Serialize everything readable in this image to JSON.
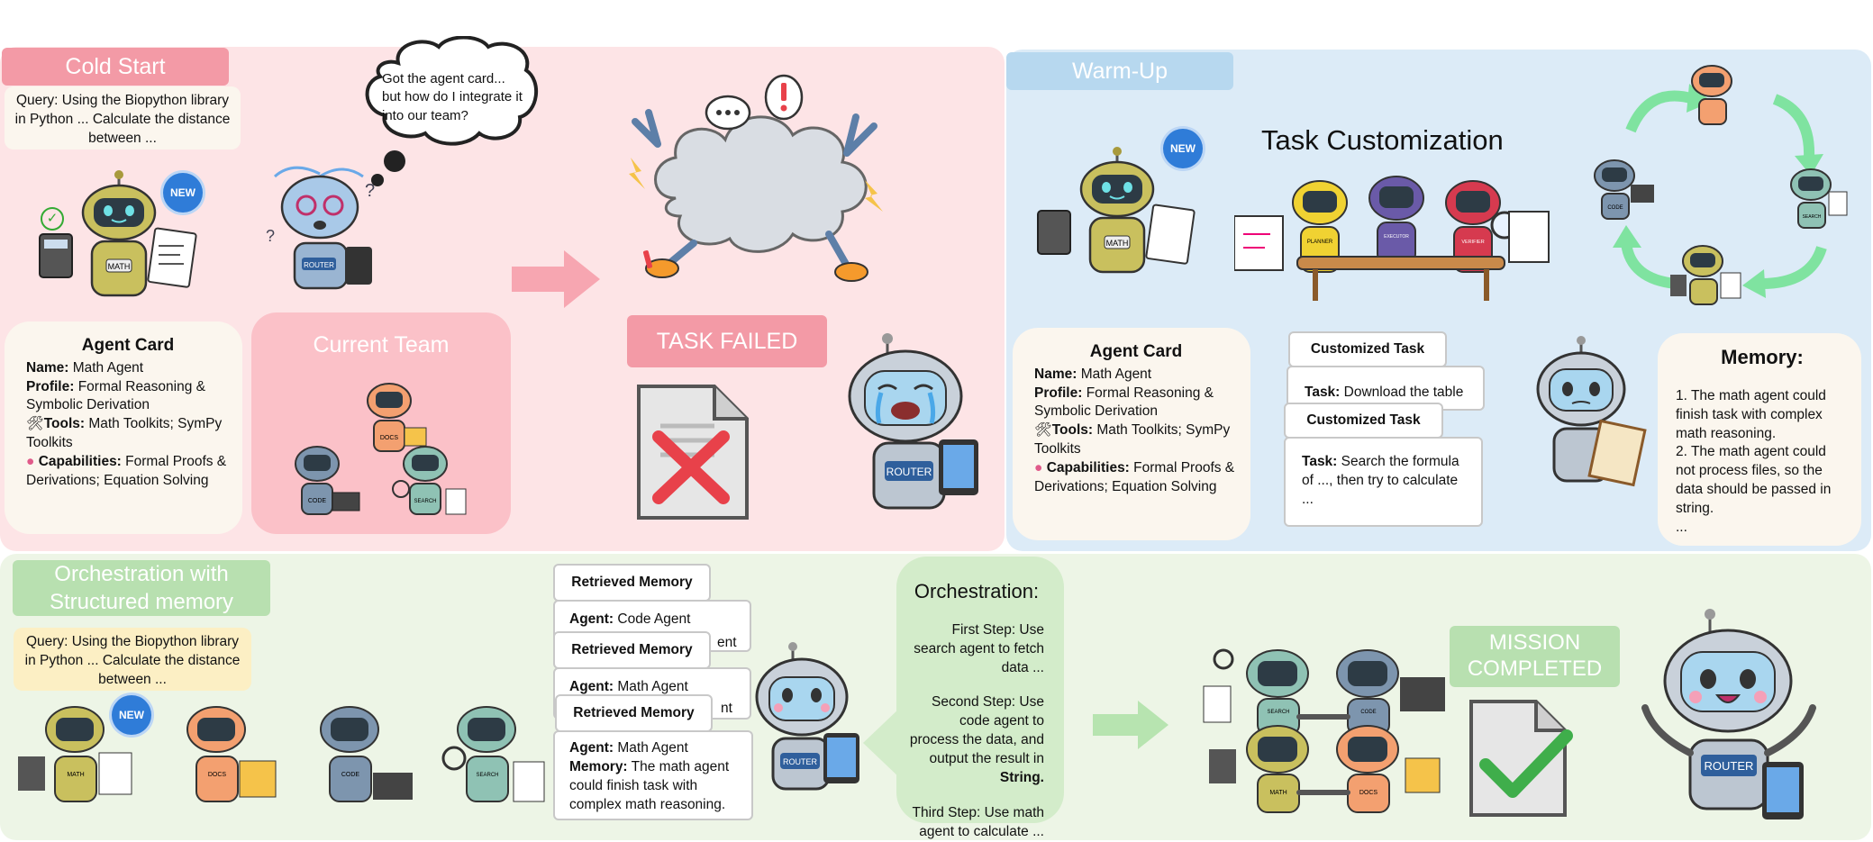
{
  "cold_start": {
    "tag": "Cold Start",
    "query": "Query: Using the Biopython library in Python ... Calculate the distance between ...",
    "thought": "Got the agent card... but how do I integrate it into our team?",
    "agent_card": {
      "title": "Agent Card",
      "name_label": "Name:",
      "name": " Math Agent",
      "profile_label": "Profile:",
      "profile": " Formal Reasoning & Symbolic Derivation",
      "tools_label": "Tools:",
      "tools": " Math Toolkits; SymPy Toolkits",
      "capabilities_label": "Capabilities:",
      "capabilities": " Formal Proofs & Derivations;  Equation Solving"
    },
    "current_team": "Current Team",
    "task_failed": "TASK FAILED",
    "new_badge": "NEW",
    "bot_labels": {
      "math": "MATH",
      "router": "ROUTER",
      "docs": "DOCS",
      "code": "CODE",
      "search": "SEARCH"
    }
  },
  "warm_up": {
    "tag": "Warm-Up",
    "title": "Task Customization",
    "new_badge": "NEW",
    "agent_card": {
      "title": "Agent Card",
      "name_label": "Name:",
      "name": " Math Agent",
      "profile_label": "Profile:",
      "profile": " Formal Reasoning & Symbolic Derivation",
      "tools_label": "Tools:",
      "tools": " Math Toolkits; SymPy Toolkits",
      "capabilities_label": "Capabilities:",
      "capabilities": " Formal Proofs & Derivations;  Equation Solving"
    },
    "customized_task_1": {
      "tab": "Customized  Task",
      "task_label": "Task:",
      "task": " Download the table"
    },
    "customized_task_2": {
      "tab": "Customized  Task",
      "task_label": "Task:",
      "task": "  Search the formula of ..., then try to calculate ..."
    },
    "memory": {
      "title": "Memory:",
      "item1": "1. The math agent could finish task with complex math reasoning.",
      "item2": "2. The math agent could not process files, so the data should be passed in string.",
      "more": "..."
    },
    "bot_labels": {
      "math": "MATH",
      "planner": "PLANNER",
      "executor": "EXECUTOR",
      "verifier": "VERIFIER",
      "code": "CODE",
      "search": "SEARCH"
    }
  },
  "orchestration": {
    "tag_line1": "Orchestration with",
    "tag_line2": "Structured memory",
    "query": "Query: Using the Biopython library in Python ... Calculate the distance between ...",
    "new_badge": "NEW",
    "retrieved": [
      {
        "tab": "Retrieved Memory",
        "agent_label": "Agent:",
        "agent": " Code Agent",
        "tail": "ent"
      },
      {
        "tab": "Retrieved Memory",
        "agent_label": "Agent:",
        "agent": " Math Agent",
        "tail": "nt"
      },
      {
        "tab": "Retrieved Memory",
        "agent_label": "Agent:",
        "agent": " Math Agent",
        "memory_label": "Memory:",
        "memory": " The math agent could finish task with complex math reasoning."
      }
    ],
    "plan": {
      "title": "Orchestration:",
      "step1": "First Step: Use search agent to fetch data ...",
      "step2a": "Second Step: Use code agent to process the data, and output the result in ",
      "step2b": "String.",
      "step3": "Third Step: Use math agent to calculate ..."
    },
    "mission_line1": "MISSION",
    "mission_line2": "COMPLETED",
    "bot_labels": {
      "math": "MATH",
      "docs": "DOCS",
      "code": "CODE",
      "search": "SEARCH",
      "router": "ROUTER"
    }
  },
  "colors": {
    "cold_bg": "#fde4e6",
    "cold_tag": "#f39aa6",
    "warm_bg": "#dcebf7",
    "warm_tag": "#b7d8ef",
    "orch_bg": "#edf5e6",
    "orch_tag": "#b8e0b0",
    "fail_red": "#e8414a",
    "success_green": "#3fae4b",
    "arrow_pink": "#f7a6b1",
    "arrow_green": "#b7e4b0"
  }
}
